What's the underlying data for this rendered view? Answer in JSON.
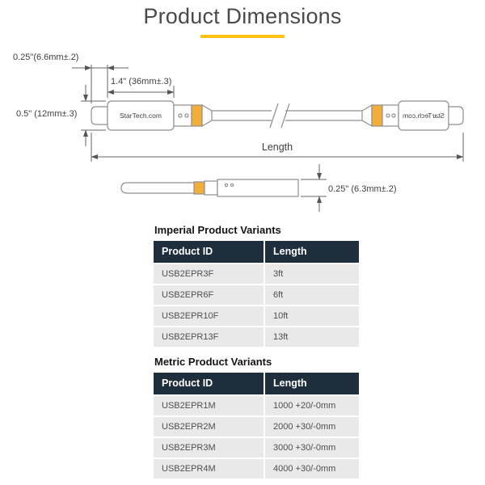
{
  "page": {
    "title": "Product Dimensions"
  },
  "colors": {
    "accent_underline": "#ffc20e",
    "band": "#f2ae38",
    "table_header_bg": "#1f2e3c",
    "table_row_bg": "#e9e9e9"
  },
  "diagram": {
    "brand": "StarTech.com",
    "labels": {
      "tip": "0.25\"(6.6mm±.2)",
      "connector_length": "1.4\" (36mm±.3)",
      "connector_height": "0.5\" (12mm±.3)",
      "cable_length": "Length",
      "cable_od": "0.25\" (6.3mm±.2)"
    }
  },
  "imperial": {
    "heading": "Imperial Product Variants",
    "columns": [
      "Product ID",
      "Length"
    ],
    "rows": [
      {
        "id": "USB2EPR3F",
        "length": "3ft"
      },
      {
        "id": "USB2EPR6F",
        "length": "6ft"
      },
      {
        "id": "USB2EPR10F",
        "length": "10ft"
      },
      {
        "id": "USB2EPR13F",
        "length": "13ft"
      }
    ]
  },
  "metric": {
    "heading": "Metric Product Variants",
    "columns": [
      "Product ID",
      "Length"
    ],
    "rows": [
      {
        "id": "USB2EPR1M",
        "length": "1000 +20/-0mm"
      },
      {
        "id": "USB2EPR2M",
        "length": "2000 +30/-0mm"
      },
      {
        "id": "USB2EPR3M",
        "length": "3000 +30/-0mm"
      },
      {
        "id": "USB2EPR4M",
        "length": "4000 +30/-0mm"
      }
    ]
  }
}
